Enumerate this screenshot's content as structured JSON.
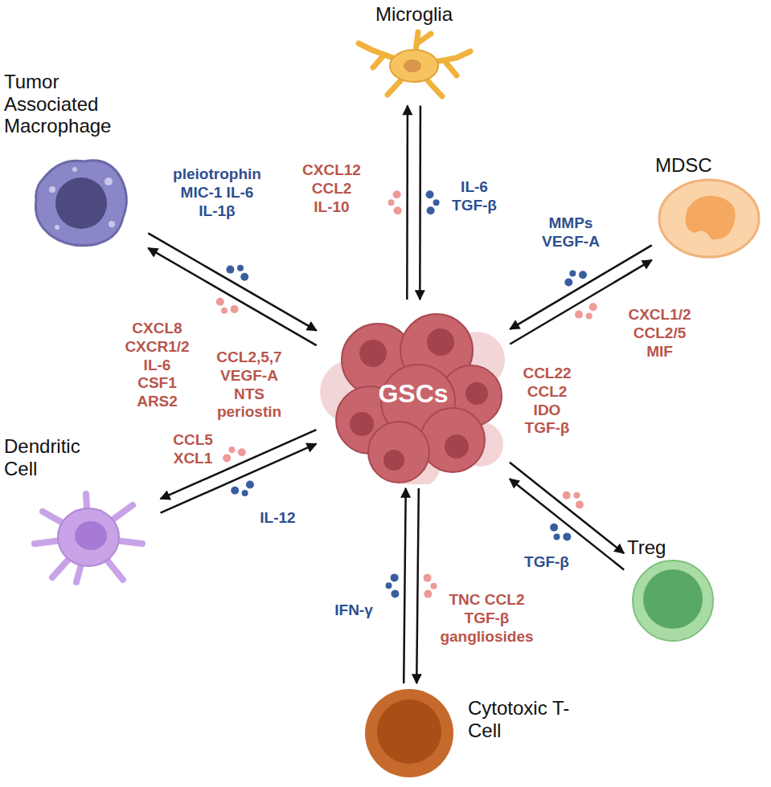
{
  "diagram": {
    "nodes": [
      {
        "text": [
          "Microglia"
        ]
      },
      {
        "text": [
          "Tumor Associated Macrophage"
        ]
      },
      {
        "text": [
          "MDSC"
        ]
      },
      {
        "text": [
          "GSCs"
        ]
      },
      {
        "text": [
          "Dendritic Cell"
        ]
      },
      {
        "text": [
          "Treg"
        ]
      },
      {
        "text": [
          "Cytotoxic T-Cell"
        ]
      }
    ],
    "edges": [
      {
        "from": 3,
        "to": 0,
        "arrow": "to",
        "label": "CXCL12 CCL2 IL-10"
      },
      {
        "from": 0,
        "to": 3,
        "arrow": "to",
        "label": "IL-6 TGF-β"
      },
      {
        "from": 1,
        "to": 3,
        "arrow": "to",
        "label": "pleiotrophin MIC-1 IL-6 IL-1β"
      },
      {
        "from": 3,
        "to": 1,
        "arrow": "to",
        "label": "CXCL8 CXCR1/2 IL-6 CSF1 ARS2"
      },
      {
        "from": 2,
        "to": 3,
        "arrow": "to",
        "label": "MMPs VEGF-A"
      },
      {
        "from": 3,
        "to": 2,
        "arrow": "to",
        "label": "CXCL1/2 CCL2/5 MIF"
      },
      {
        "from": 3,
        "to": 5,
        "arrow": "to",
        "label": "CCL22 CCL2 IDO TGF-β"
      },
      {
        "from": 5,
        "to": 3,
        "arrow": "to",
        "label": "TGF-β"
      },
      {
        "from": 3,
        "to": 4,
        "arrow": "to",
        "label": "CCL5 XCL1"
      },
      {
        "from": 4,
        "to": 3,
        "arrow": "to",
        "label": "IL-12"
      },
      {
        "from": 3,
        "to": 6,
        "arrow": "to",
        "label": "TNC CCL2 TGF-β gangliosides"
      },
      {
        "from": 6,
        "to": 3,
        "arrow": "to",
        "label": "IFN-γ"
      }
    ],
    "labels": [
      "CCL2,5,7 VEGF-A NTS periostin"
    ]
  }
}
